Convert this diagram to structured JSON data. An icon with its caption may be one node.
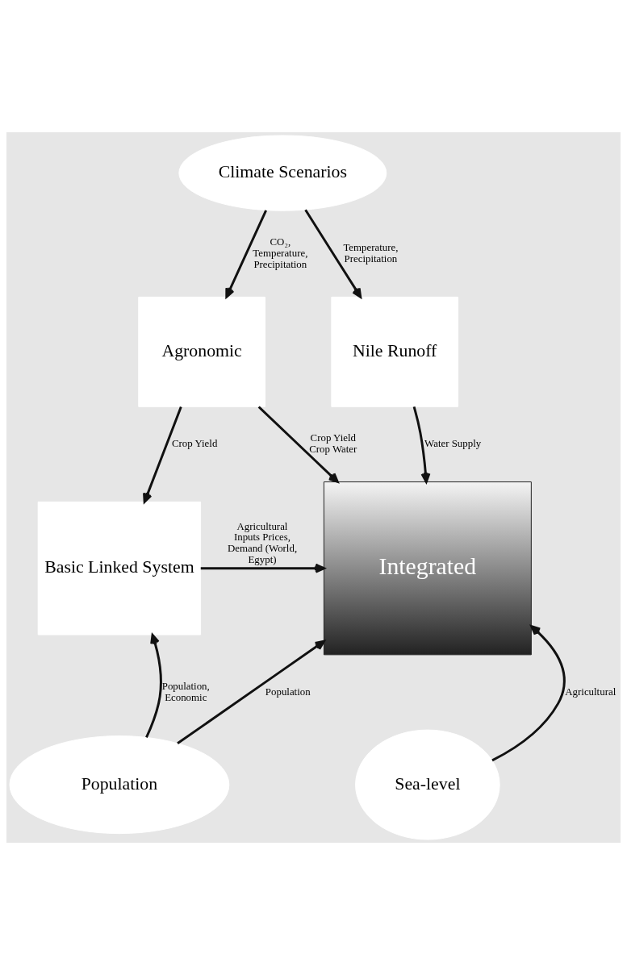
{
  "diagram": {
    "nodes": [
      {
        "text": [
          "Climate Scenarios"
        ]
      },
      {
        "text": [
          "Agronomic"
        ]
      },
      {
        "text": [
          "Nile Runoff"
        ]
      },
      {
        "text": [
          "Basic Linked System"
        ]
      },
      {
        "text": [
          "Integrated"
        ]
      },
      {
        "text": [
          "Population"
        ]
      },
      {
        "text": [
          "Sea-level"
        ]
      }
    ],
    "edges": [
      {
        "from": 0,
        "to": 1,
        "arrow": "to",
        "label": "CO₂, Temperature, Precipitation"
      },
      {
        "from": 0,
        "to": 2,
        "arrow": "to",
        "label": "Temperature, Precipitation"
      },
      {
        "from": 1,
        "to": 4,
        "arrow": "to",
        "label": "Crop Yield Crop Water"
      },
      {
        "from": 1,
        "to": 3,
        "arrow": "to",
        "label": "Crop Yield"
      },
      {
        "from": 2,
        "to": 4,
        "arrow": "to",
        "label": "Water Supply"
      },
      {
        "from": 3,
        "to": 4,
        "arrow": "to",
        "label": "Agricultural Inputs Prices, Demand (World, Egypt)"
      },
      {
        "from": 5,
        "to": 3,
        "arrow": "to",
        "label": "Population, Economic"
      },
      {
        "from": 5,
        "to": 4,
        "arrow": "to",
        "label": "Population"
      },
      {
        "from": 6,
        "to": 4,
        "arrow": "to",
        "label": "Agricultural"
      }
    ]
  }
}
